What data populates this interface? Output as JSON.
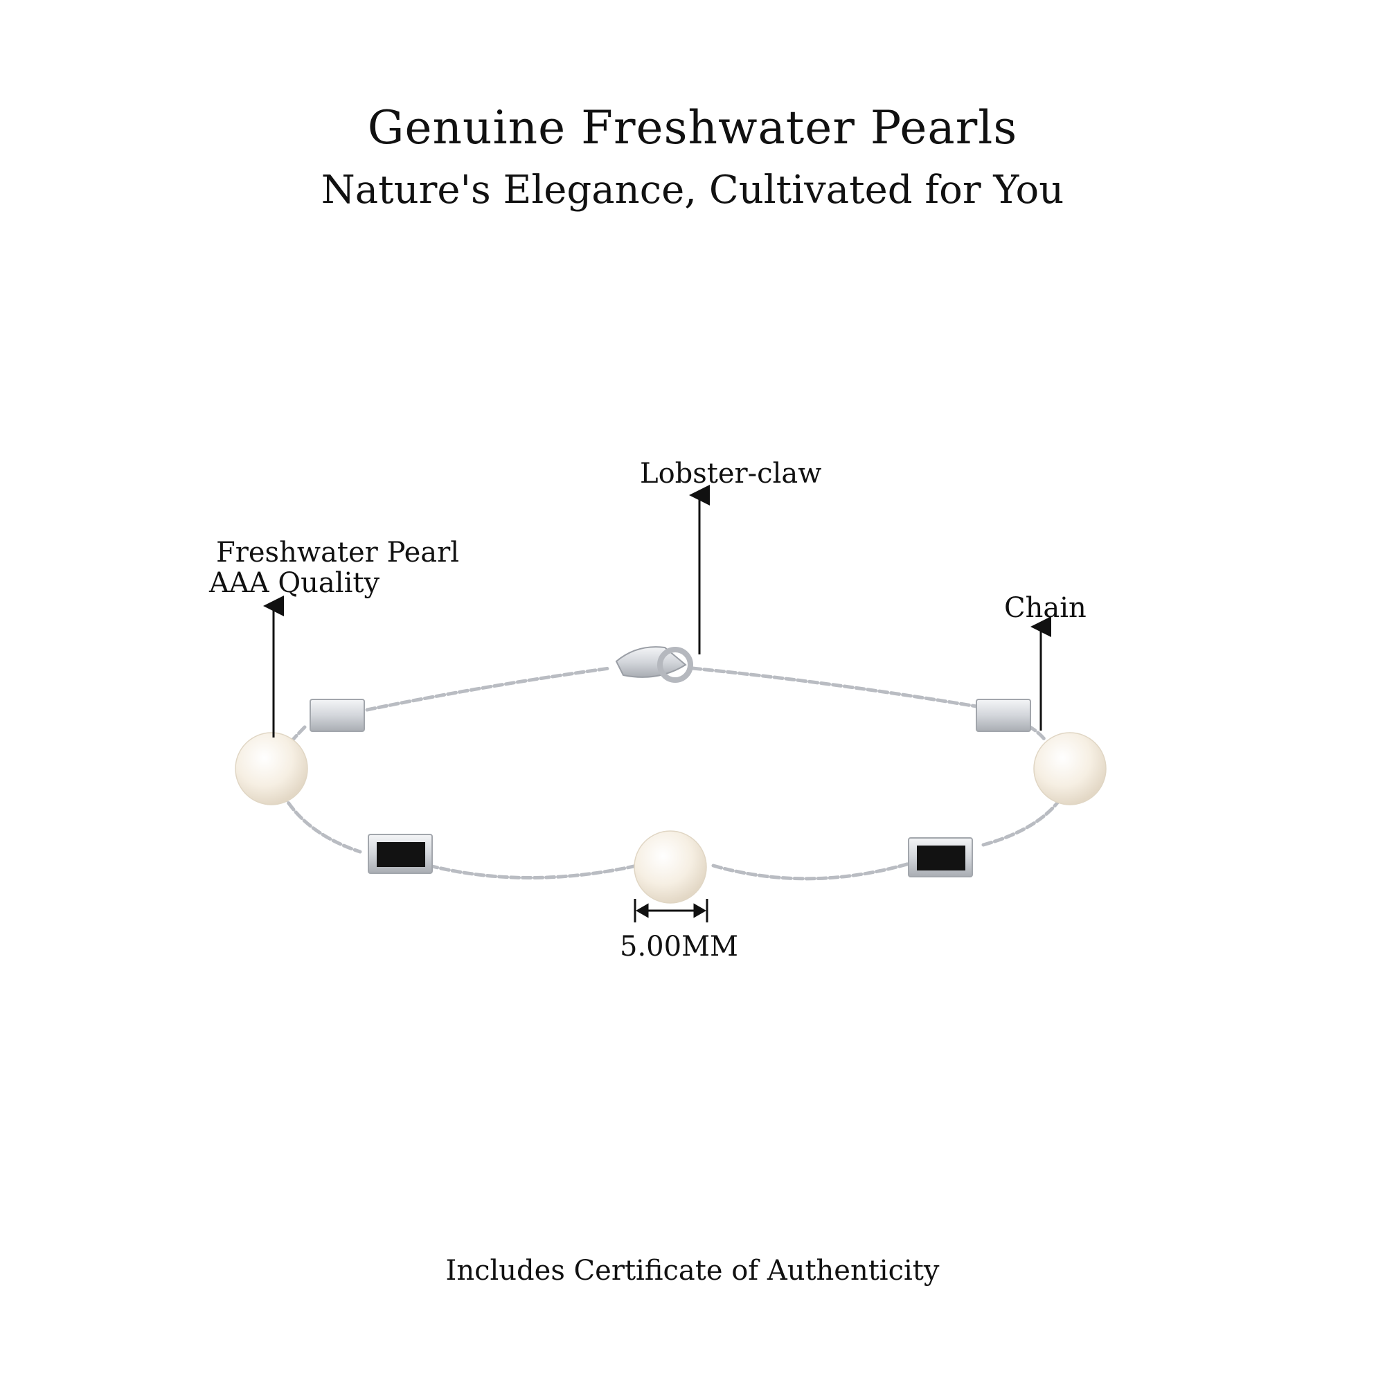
{
  "header": {
    "title": "Genuine Freshwater Pearls",
    "subtitle": "Nature's Elegance, Cultivated for You"
  },
  "callouts": {
    "clasp": "Lobster-claw",
    "pearl_line1": "Freshwater Pearl",
    "pearl_line2": "AAA Quality",
    "chain": "Chain",
    "pearl_size": "5.00MM"
  },
  "footer": {
    "certificate": "Includes Certificate of Authenticity"
  },
  "colors": {
    "metal": "#c9ccd1",
    "pearl": "#f7f1e6",
    "onyx": "#121212"
  }
}
